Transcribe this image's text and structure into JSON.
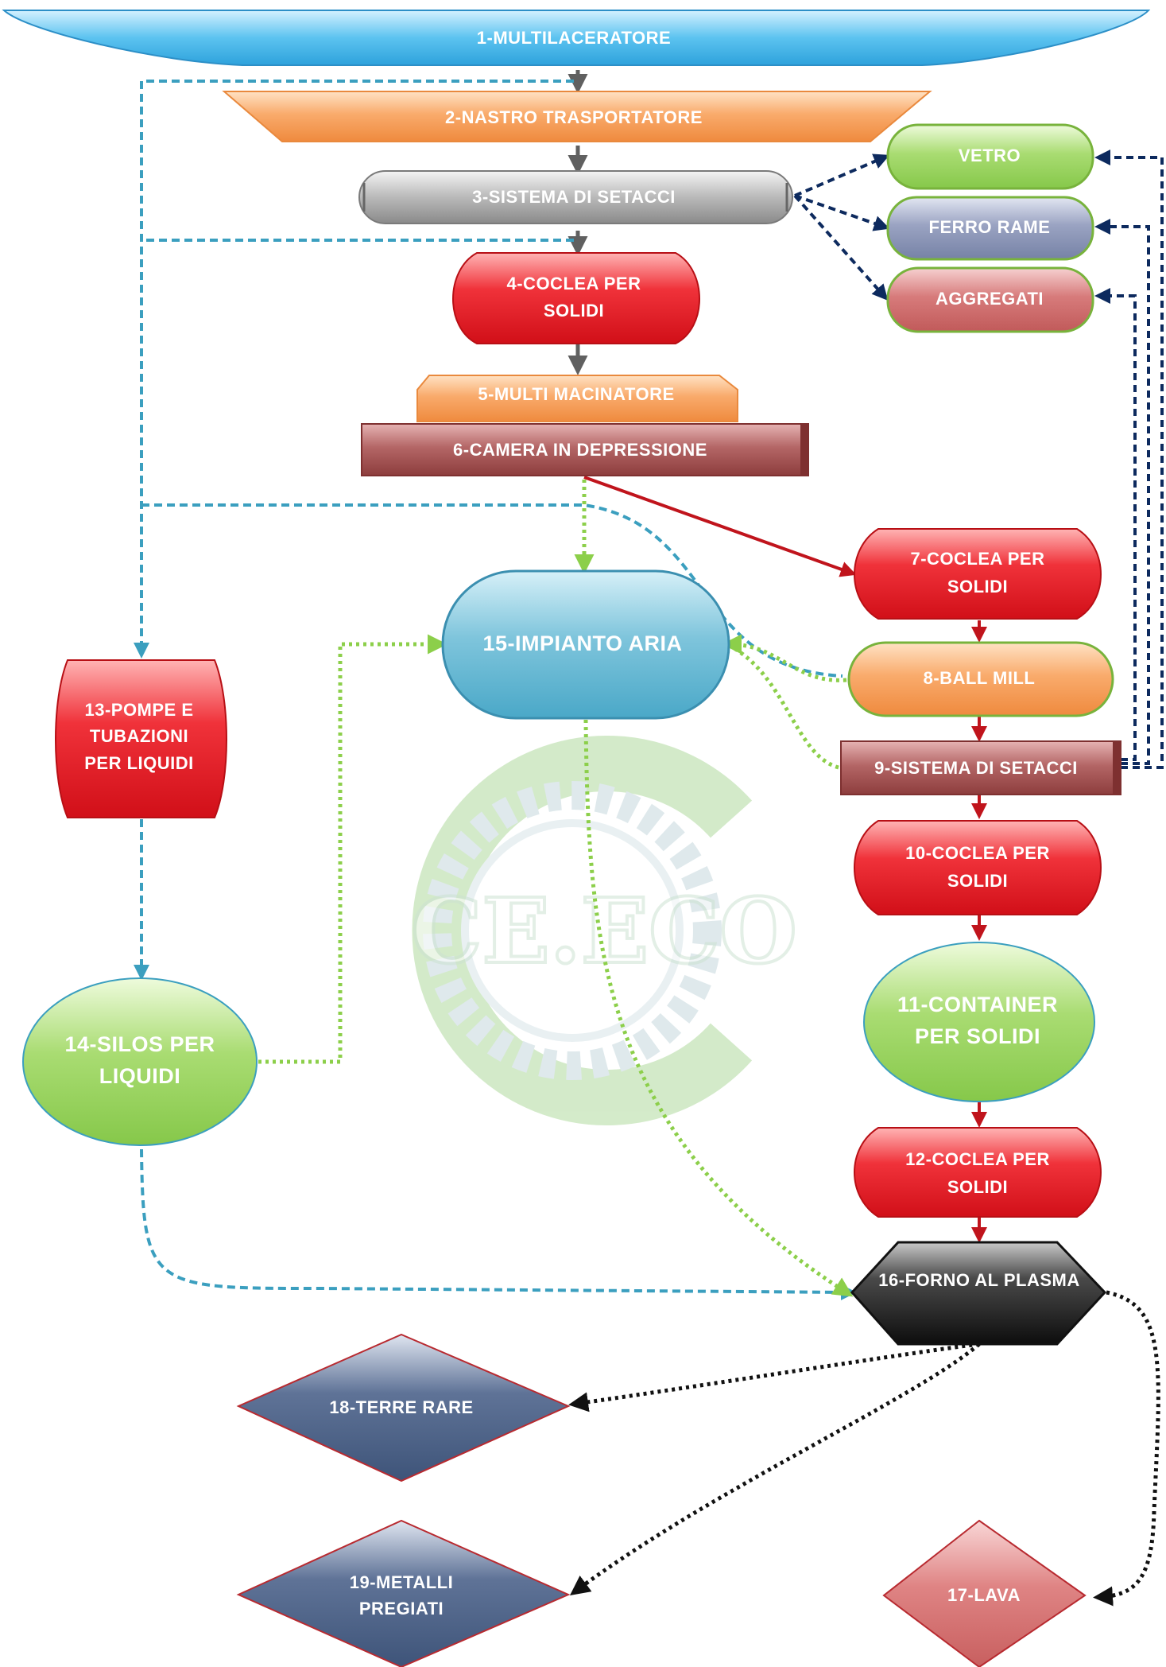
{
  "nodes": {
    "n1": "1-MULTILACERATORE",
    "n2": "2-NASTRO TRASPORTATORE",
    "n3": "3-SISTEMA DI SETACCI",
    "n4": [
      "4-COCLEA PER",
      "SOLIDI"
    ],
    "n5": "5-MULTI MACINATORE",
    "n6": "6-CAMERA IN DEPRESSIONE",
    "n7": [
      "7-COCLEA PER",
      "SOLIDI"
    ],
    "n8": "8-BALL MILL",
    "n9": "9-SISTEMA DI SETACCI",
    "n10": [
      "10-COCLEA PER",
      "SOLIDI"
    ],
    "n11": [
      "11-CONTAINER",
      "PER SOLIDI"
    ],
    "n12": [
      "12-COCLEA PER",
      "SOLIDI"
    ],
    "n13": [
      "13-POMPE E",
      "TUBAZIONI",
      "PER LIQUIDI"
    ],
    "n14": [
      "14-SILOS PER",
      "LIQUIDI"
    ],
    "n15": "15-IMPIANTO ARIA",
    "n16": "16-FORNO AL PLASMA",
    "n17": "17-LAVA",
    "n18": "18-TERRE RARE",
    "n19": [
      "19-METALLI",
      "PREGIATI"
    ],
    "vetro": "VETRO",
    "ferro": "FERRO RAME",
    "aggregati": "AGGREGATI"
  },
  "watermark": "CE.ECO",
  "colors": {
    "solid_flow": "#606060",
    "red_flow": "#c0141c",
    "liquid_flow": "#3b9fbf",
    "air_flow": "#8ccf4a",
    "sieve_flow": "#0d2a5e",
    "plasma_out": "#111111"
  }
}
